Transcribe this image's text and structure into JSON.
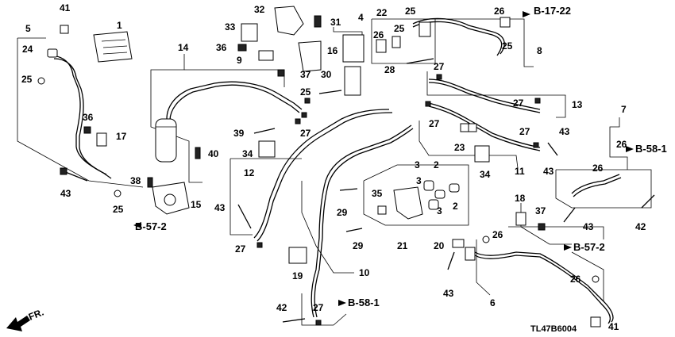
{
  "diagram": {
    "part_numbers": [
      "1",
      "2",
      "3",
      "4",
      "5",
      "6",
      "7",
      "8",
      "9",
      "10",
      "11",
      "12",
      "13",
      "14",
      "15",
      "16",
      "17",
      "18",
      "19",
      "20",
      "21",
      "22",
      "23",
      "24",
      "25",
      "26",
      "27",
      "28",
      "29",
      "30",
      "31",
      "32",
      "33",
      "34",
      "35",
      "36",
      "37",
      "38",
      "39",
      "40",
      "41",
      "42",
      "43"
    ],
    "references": {
      "b57_2": "B-57-2",
      "b58_1": "B-58-1",
      "b17_22": "B-17-22"
    },
    "fr_label": "FR.",
    "drawing_code": "TL47B6004"
  }
}
